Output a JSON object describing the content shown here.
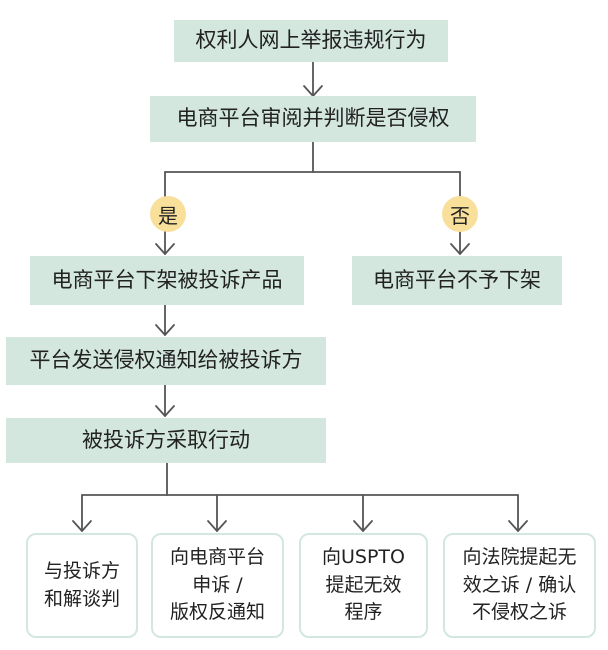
{
  "nodes": {
    "report": "权利人网上举报违规行为",
    "review": "电商平台审阅并判断是否侵权",
    "takedown": "电商平台下架被投诉产品",
    "no_takedown": "电商平台不予下架",
    "notify": "平台发送侵权通知给被投诉方",
    "action": "被投诉方采取行动"
  },
  "branches": {
    "yes": "是",
    "no": "否"
  },
  "options": [
    "与投诉方\n和解谈判",
    "向电商平台\n申诉 /\n版权反通知",
    "向USPTO\n提起无效\n程序",
    "向法院提起无\n效之诉 / 确认\n不侵权之诉"
  ],
  "colors": {
    "box": "#d3e7df",
    "badge": "#f8df9a",
    "line": "#555555"
  }
}
